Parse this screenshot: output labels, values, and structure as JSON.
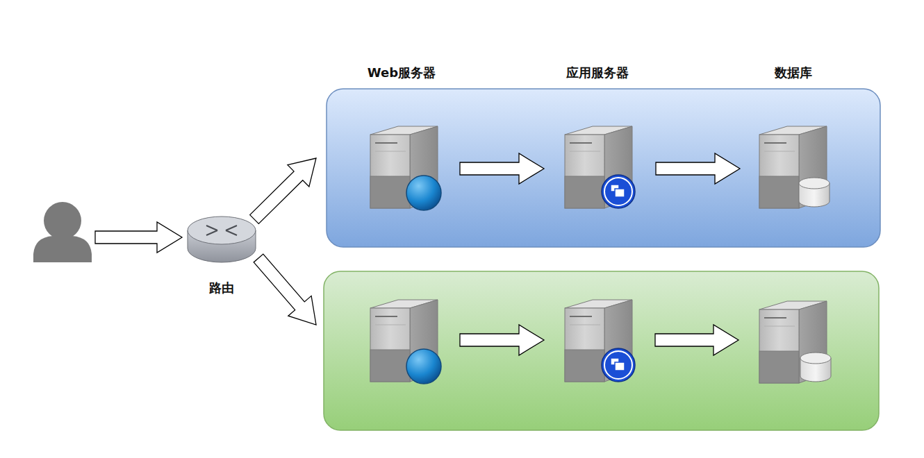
{
  "diagram": {
    "nodes": [
      {
        "text": [
          "路由"
        ]
      },
      {
        "text": [
          "Web服务器"
        ]
      },
      {
        "text": [
          "应用服务器"
        ]
      },
      {
        "text": [
          "数据库"
        ]
      }
    ],
    "edges": [
      {
        "from": 1,
        "to": 2,
        "arrow": "to"
      },
      {
        "from": 2,
        "to": 3,
        "arrow": "to"
      }
    ]
  }
}
